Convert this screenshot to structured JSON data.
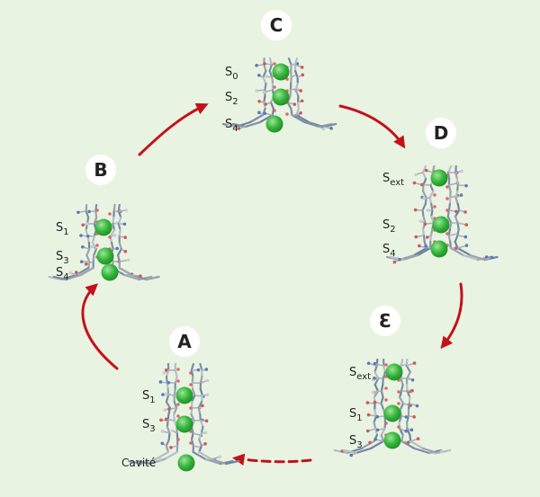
{
  "colors": {
    "background": "#e9f3e2",
    "arrow": "#c4121b",
    "ion": "#35b53b",
    "ion_highlight": "#9ee49a",
    "badge": "#ffffff"
  },
  "stages": [
    {
      "id": "A",
      "label": "A",
      "sites": [
        {
          "base": "S",
          "sub": "1"
        },
        {
          "base": "S",
          "sub": "3"
        },
        {
          "text": "Cavité"
        }
      ]
    },
    {
      "id": "B",
      "label": "B",
      "sites": [
        {
          "base": "S",
          "sub": "1"
        },
        {
          "base": "S",
          "sub": "3"
        },
        {
          "base": "S",
          "sub": "4"
        }
      ]
    },
    {
      "id": "C",
      "label": "C",
      "sites": [
        {
          "base": "S",
          "sub": "0"
        },
        {
          "base": "S",
          "sub": "2"
        },
        {
          "base": "S",
          "sub": "4"
        }
      ]
    },
    {
      "id": "D",
      "label": "D",
      "sites": [
        {
          "base": "S",
          "sub": "ext"
        },
        {
          "base": "S",
          "sub": "2"
        },
        {
          "base": "S",
          "sub": "4"
        }
      ]
    },
    {
      "id": "E",
      "label": "Ɛ",
      "sites": [
        {
          "base": "S",
          "sub": "ext"
        },
        {
          "base": "S",
          "sub": "1"
        },
        {
          "base": "S",
          "sub": "3"
        }
      ]
    }
  ],
  "transitions": [
    {
      "from": "A",
      "to": "B",
      "style": "solid"
    },
    {
      "from": "B",
      "to": "C",
      "style": "solid"
    },
    {
      "from": "C",
      "to": "D",
      "style": "solid"
    },
    {
      "from": "D",
      "to": "E",
      "style": "solid"
    },
    {
      "from": "E",
      "to": "A",
      "style": "dashed"
    }
  ]
}
